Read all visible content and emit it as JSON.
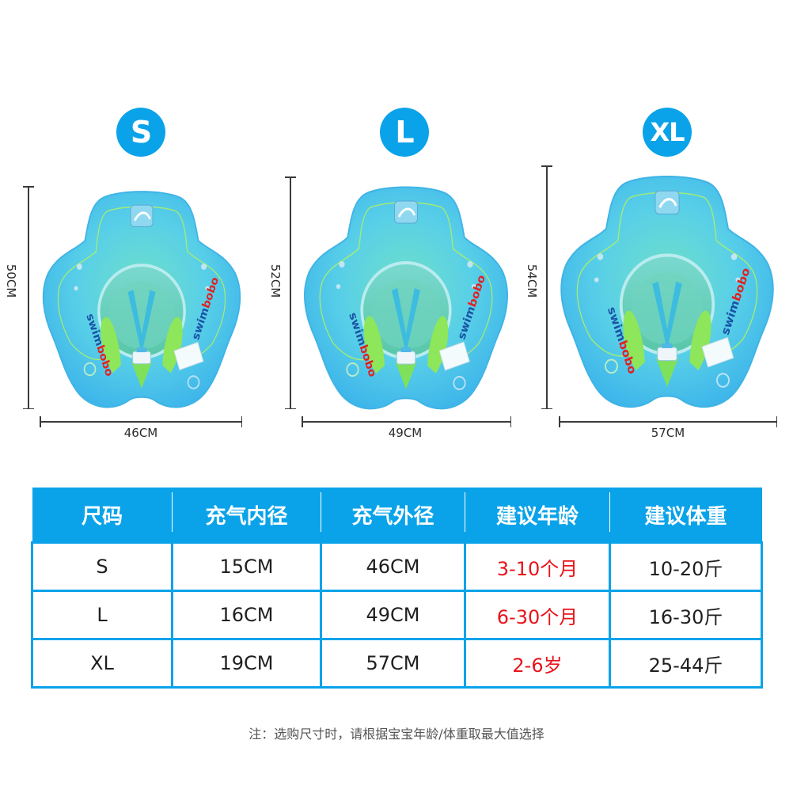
{
  "sizes": [
    {
      "badge": "S",
      "height_label": "50CM",
      "width_label": "46CM"
    },
    {
      "badge": "L",
      "height_label": "52CM",
      "width_label": "49CM"
    },
    {
      "badge": "XL",
      "height_label": "54CM",
      "width_label": "57CM"
    }
  ],
  "product": {
    "brand_text": "swimbobo"
  },
  "table": {
    "headers": [
      "尺码",
      "充气内径",
      "充气外径",
      "建议年龄",
      "建议体重"
    ],
    "rows": [
      {
        "size": "S",
        "inner": "15CM",
        "outer": "46CM",
        "age": "3-10个月",
        "weight": "10-20斤"
      },
      {
        "size": "L",
        "inner": "16CM",
        "outer": "49CM",
        "age": "6-30个月",
        "weight": "16-30斤"
      },
      {
        "size": "XL",
        "inner": "19CM",
        "outer": "57CM",
        "age": "2-6岁",
        "weight": "25-44斤"
      }
    ]
  },
  "note": "注：选购尺寸时，请根据宝宝年龄/体重取最大值选择",
  "colors": {
    "accent_blue": "#0aa3e9",
    "age_red": "#e8131b",
    "float_blue": "#5cc6ee",
    "float_green": "#7fe05a"
  }
}
